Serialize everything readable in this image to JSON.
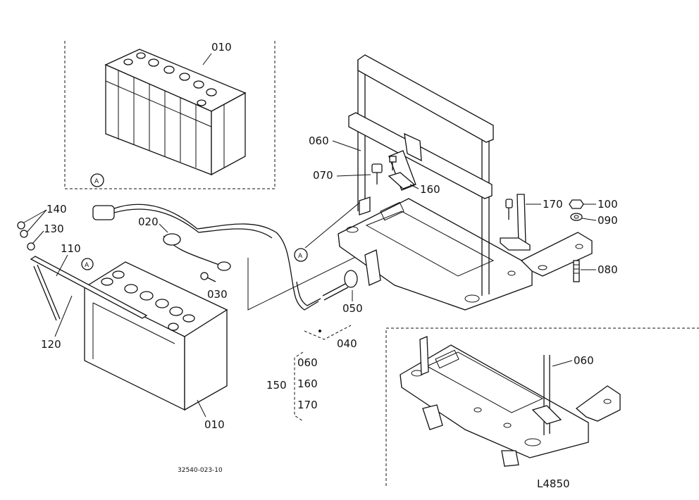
{
  "labels": {
    "battery_top": "010",
    "battery_bottom": "010",
    "cable_020": "020",
    "bolt_030": "030",
    "cable_040": "040",
    "boot_050": "050",
    "frame_060": "060",
    "frame_060_inset": "060",
    "bolt_070": "070",
    "stud_080": "080",
    "washer_090": "090",
    "nut_100": "100",
    "bar_110": "110",
    "rod_120": "120",
    "washer_130": "130",
    "nut_140": "140",
    "assy_150": "150",
    "assy_150_item1": "060",
    "assy_150_item2": "160",
    "assy_150_item3": "170",
    "bracket_160": "160",
    "bracket_170": "170",
    "ref_a": "A",
    "drawing_code": "32540-023-10",
    "figure_id": "L4850"
  }
}
